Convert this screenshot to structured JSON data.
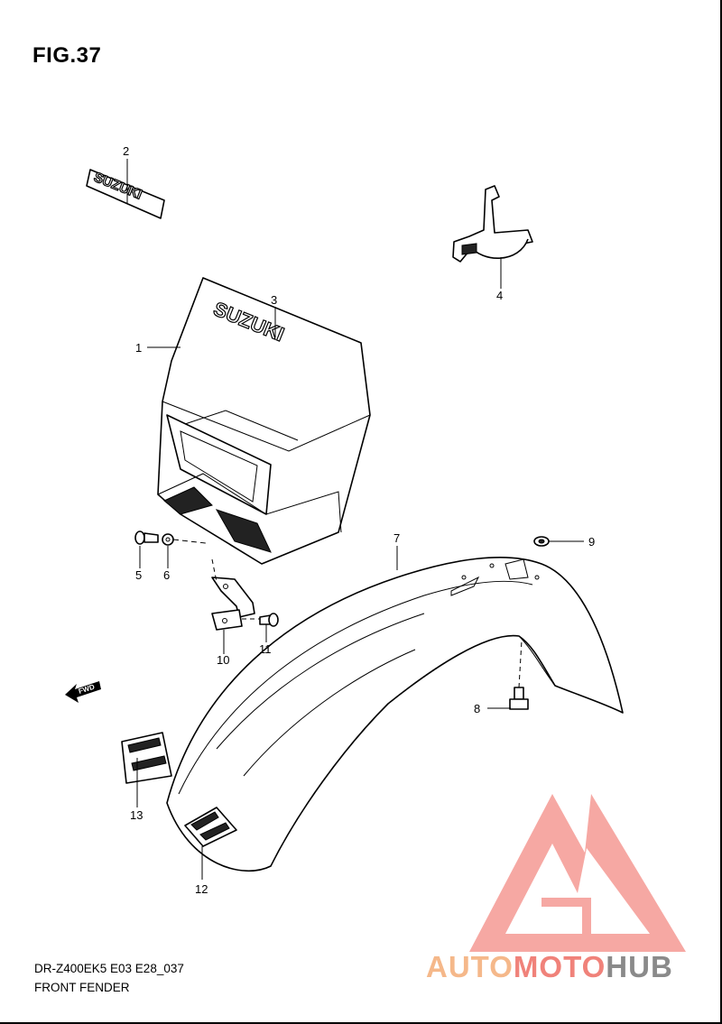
{
  "figure_title": "FIG.37",
  "footer": {
    "model_code": "DR-Z400EK5 E03 E28_037",
    "section_name": "FRONT FENDER"
  },
  "callouts": {
    "1": "1",
    "2": "2",
    "3": "3",
    "4": "4",
    "5": "5",
    "6": "6",
    "7": "7",
    "8": "8",
    "9": "9",
    "10": "10",
    "11": "11",
    "12": "12",
    "13": "13"
  },
  "part_lettering": {
    "emblem": "SUZUKI",
    "direction_arrow": "FWD"
  },
  "watermark": {
    "part1": "AUTO",
    "part2": "MOTO",
    "part3": "HUB",
    "colors": {
      "auto": "#f5b88a",
      "moto": "#f0827a",
      "hub": "#8a8a8a",
      "logo": "#f59a94"
    }
  }
}
